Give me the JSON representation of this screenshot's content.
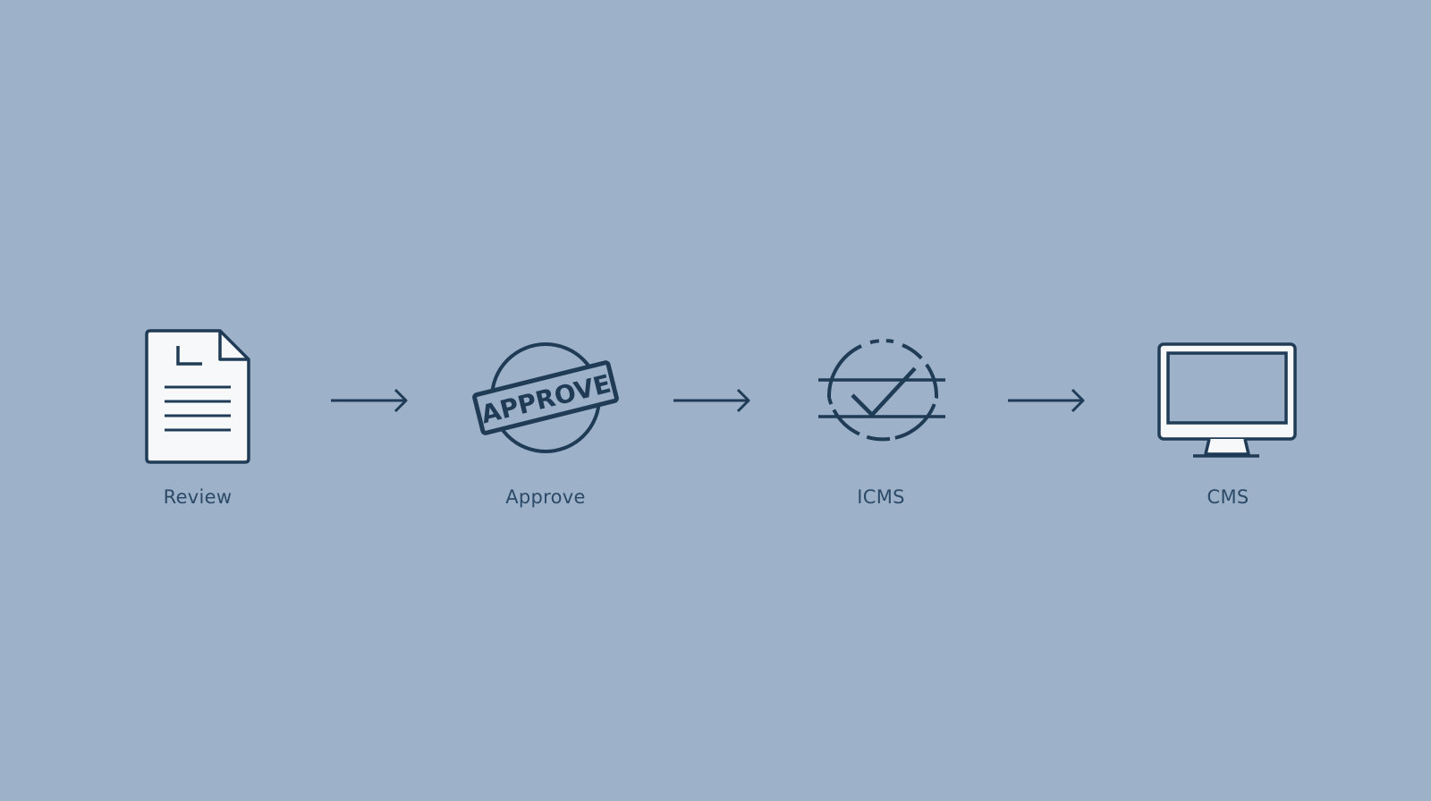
{
  "colors": {
    "background": "#9db2c8",
    "ink": "#1f3b56",
    "fill": "#f6f8fa",
    "label": "#2c4a68"
  },
  "steps": [
    {
      "label": "Review",
      "icon": "document-icon"
    },
    {
      "label": "Approve",
      "icon": "approve-stamp-icon",
      "stamp_text": "APPROVE"
    },
    {
      "label": "ICMS",
      "icon": "check-circle-icon"
    },
    {
      "label": "CMS",
      "icon": "monitor-icon"
    }
  ],
  "connectors": [
    "arrow-right-icon",
    "arrow-right-icon",
    "arrow-right-icon"
  ]
}
